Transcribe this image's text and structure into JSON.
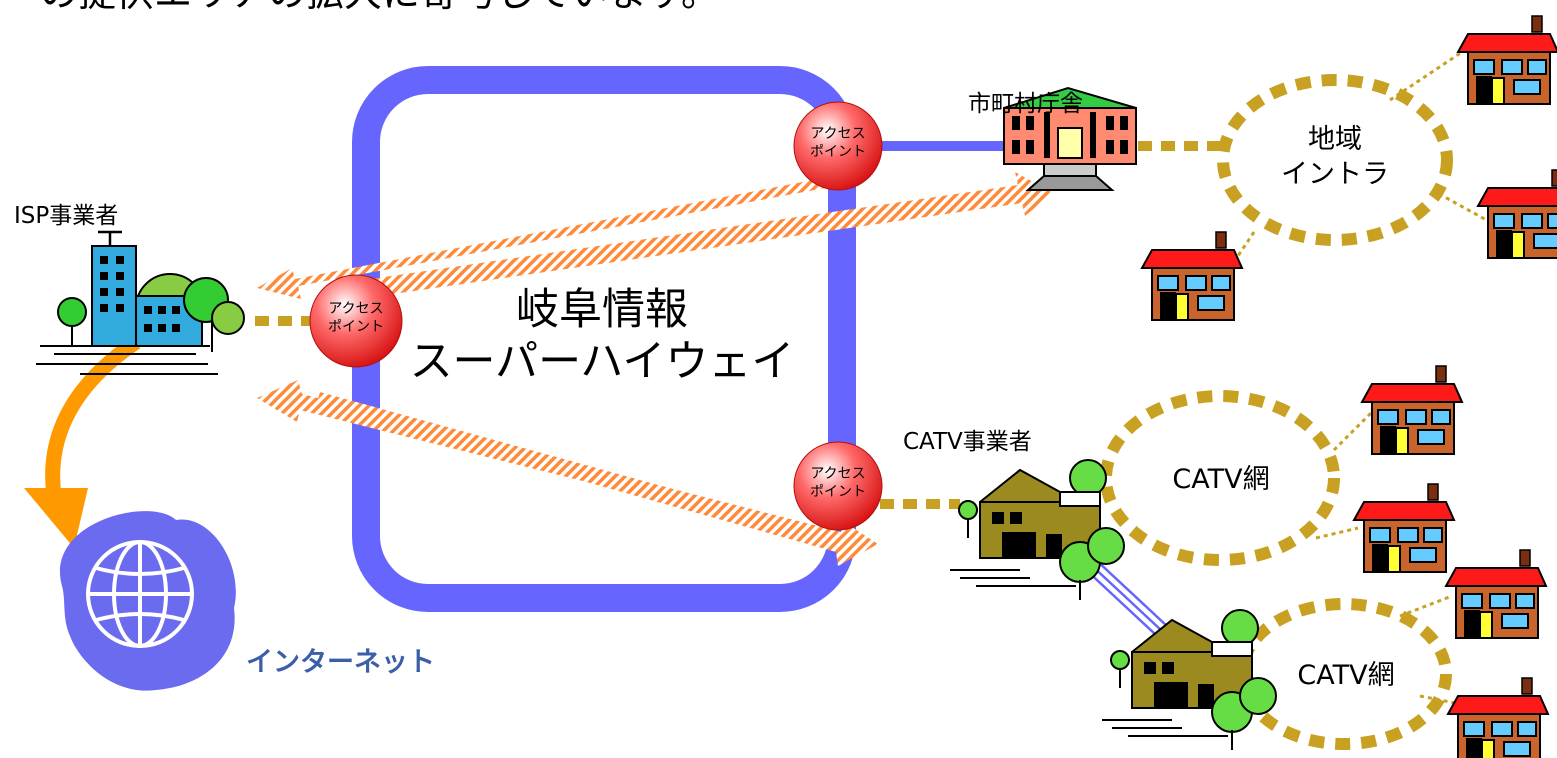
{
  "top_text_fragment": "の提供エリアの拡大に寄与しています。",
  "isp": {
    "label": "ISP事業者"
  },
  "city_hall": {
    "label": "市町村庁舎"
  },
  "catv_operator": {
    "label": "CATV事業者"
  },
  "highway": {
    "line1": "岐阜情報",
    "line2": "スーパーハイウェイ"
  },
  "access_point": {
    "line1": "アクセス",
    "line2": "ポイント"
  },
  "regional_intranet": {
    "line1": "地域",
    "line2": "イントラ"
  },
  "catv_network_1": {
    "label": "CATV網"
  },
  "catv_network_2": {
    "label": "CATV網"
  },
  "internet": {
    "label": "インターネット"
  },
  "colors": {
    "highway_ring": "#6666ff",
    "access_point": "#ff3333",
    "dotted_link": "#c8a022",
    "flow_arrow": "#ff8a3a",
    "internet_arrow": "#ff9900",
    "internet_blob": "#6b6bf0",
    "internet_text": "#3a5fa8"
  }
}
